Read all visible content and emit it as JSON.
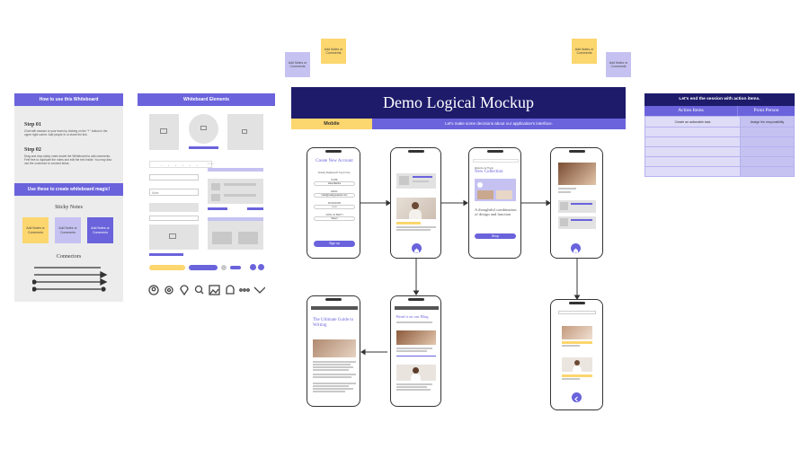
{
  "stickies": {
    "s1": "Add Notes or Comments",
    "s2": "Add Notes or Comments",
    "s3": "Add Notes or Comments",
    "s4": "Add Notes or Comments"
  },
  "how_to": {
    "title": "How to use this Whiteboard",
    "step1_title": "Step 01",
    "step1_text": "Chat with session to your team by clicking on the \"+\" button in the upper right corner. Add people in or share the link.",
    "step2_title": "Step 02",
    "step2_text": "Drag and drop sticky notes inside the Whiteboard to add comments. Feel free to duplicate the notes and edit the text inside. You may also use the connector to connect ideas.",
    "magic": "Use these to create whiteboard magic!",
    "sticky_title": "Sticky Notes",
    "note1": "Add Notes or Comments",
    "note2": "Add Notes or Comments",
    "note3": "Add Notes or Comments",
    "connectors_title": "Connectors"
  },
  "elements": {
    "title": "Whiteboard Elements",
    "field": "Note",
    "code": "• • • •"
  },
  "banner": {
    "title": "Demo Logical Mockup",
    "label": "Mobile",
    "subtitle": "Let's make some decisions about our application's interface."
  },
  "phones": {
    "create_title": "Create New Account",
    "create_sub": "Already Registered? Log in here.",
    "fields": [
      {
        "label": "NAME",
        "value": "Jiara Martins"
      },
      {
        "label": "EMAIL",
        "value": "hello@reallygreatsite.com"
      },
      {
        "label": "PASSWORD",
        "value": "••••••"
      },
      {
        "label": "DATE OF BIRTH",
        "value": "Select"
      }
    ],
    "signup": "Sign up",
    "collection_small": "Welcome to Thynk",
    "collection_title": "New Collection",
    "thoughtful": "A thoughtful combination of design and function",
    "shop": "Shop",
    "writing_title": "The Ultimate Guide to Writing",
    "blog_title": "Read it on our Blog"
  },
  "action": {
    "title": "Let's end the session with action items.",
    "col1": "Action Items",
    "col2": "Point Person",
    "row1a": "Create an actionable task",
    "row1b": "Assign the responsibility"
  }
}
